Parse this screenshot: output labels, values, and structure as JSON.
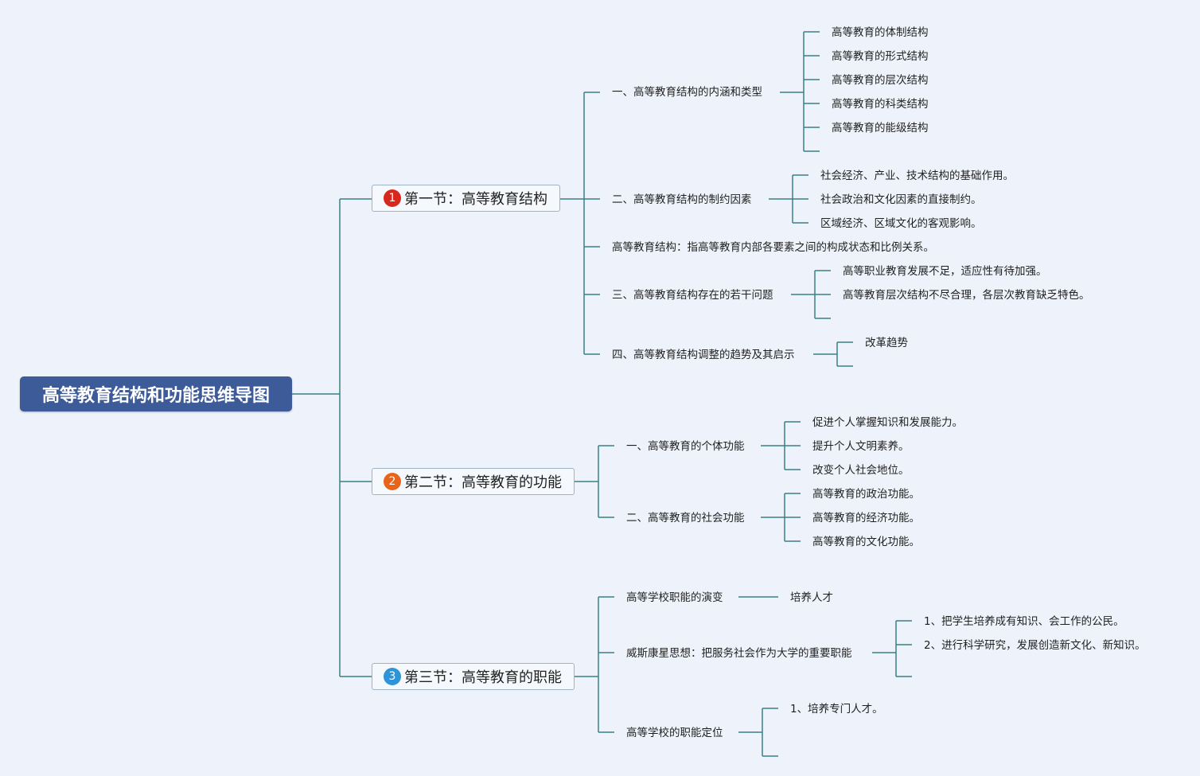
{
  "title": "高等教育结构和功能思维导图",
  "colors": {
    "line": "#3c7f86",
    "root": "#3d5a99",
    "badge1": "#d8281d",
    "badge2": "#e8641b",
    "badge3": "#2d94d8"
  },
  "sections": [
    {
      "number": "1",
      "label": "第一节：高等教育结构",
      "items": [
        {
          "label": "一、高等教育结构的内涵和类型",
          "children": [
            "高等教育的体制结构",
            "高等教育的形式结构",
            "高等教育的层次结构",
            "高等教育的科类结构",
            "高等教育的能级结构"
          ]
        },
        {
          "label": "二、高等教育结构的制约因素",
          "children": [
            "社会经济、产业、技术结构的基础作用。",
            "社会政治和文化因素的直接制约。",
            "区域经济、区域文化的客观影响。"
          ]
        },
        {
          "label": "高等教育结构：指高等教育内部各要素之间的构成状态和比例关系。"
        },
        {
          "label": "三、高等教育结构存在的若干问题",
          "children": [
            "高等职业教育发展不足，适应性有待加强。",
            "高等教育层次结构不尽合理，各层次教育缺乏特色。"
          ]
        },
        {
          "label": "四、高等教育结构调整的趋势及其启示",
          "children": [
            "改革趋势"
          ]
        }
      ]
    },
    {
      "number": "2",
      "label": "第二节：高等教育的功能",
      "items": [
        {
          "label": "一、高等教育的个体功能",
          "children": [
            "促进个人掌握知识和发展能力。",
            "提升个人文明素养。",
            "改变个人社会地位。"
          ]
        },
        {
          "label": "二、高等教育的社会功能",
          "children": [
            "高等教育的政治功能。",
            "高等教育的经济功能。",
            "高等教育的文化功能。"
          ]
        }
      ]
    },
    {
      "number": "3",
      "label": "第三节：高等教育的职能",
      "items": [
        {
          "label": "高等学校职能的演变",
          "children": [
            "培养人才"
          ]
        },
        {
          "label": "威斯康星思想：把服务社会作为大学的重要职能",
          "children": [
            "1、把学生培养成有知识、会工作的公民。",
            "2、进行科学研究，发展创造新文化、新知识。"
          ]
        },
        {
          "label": "高等学校的职能定位",
          "children": [
            "1、培养专门人才。"
          ]
        }
      ]
    }
  ]
}
